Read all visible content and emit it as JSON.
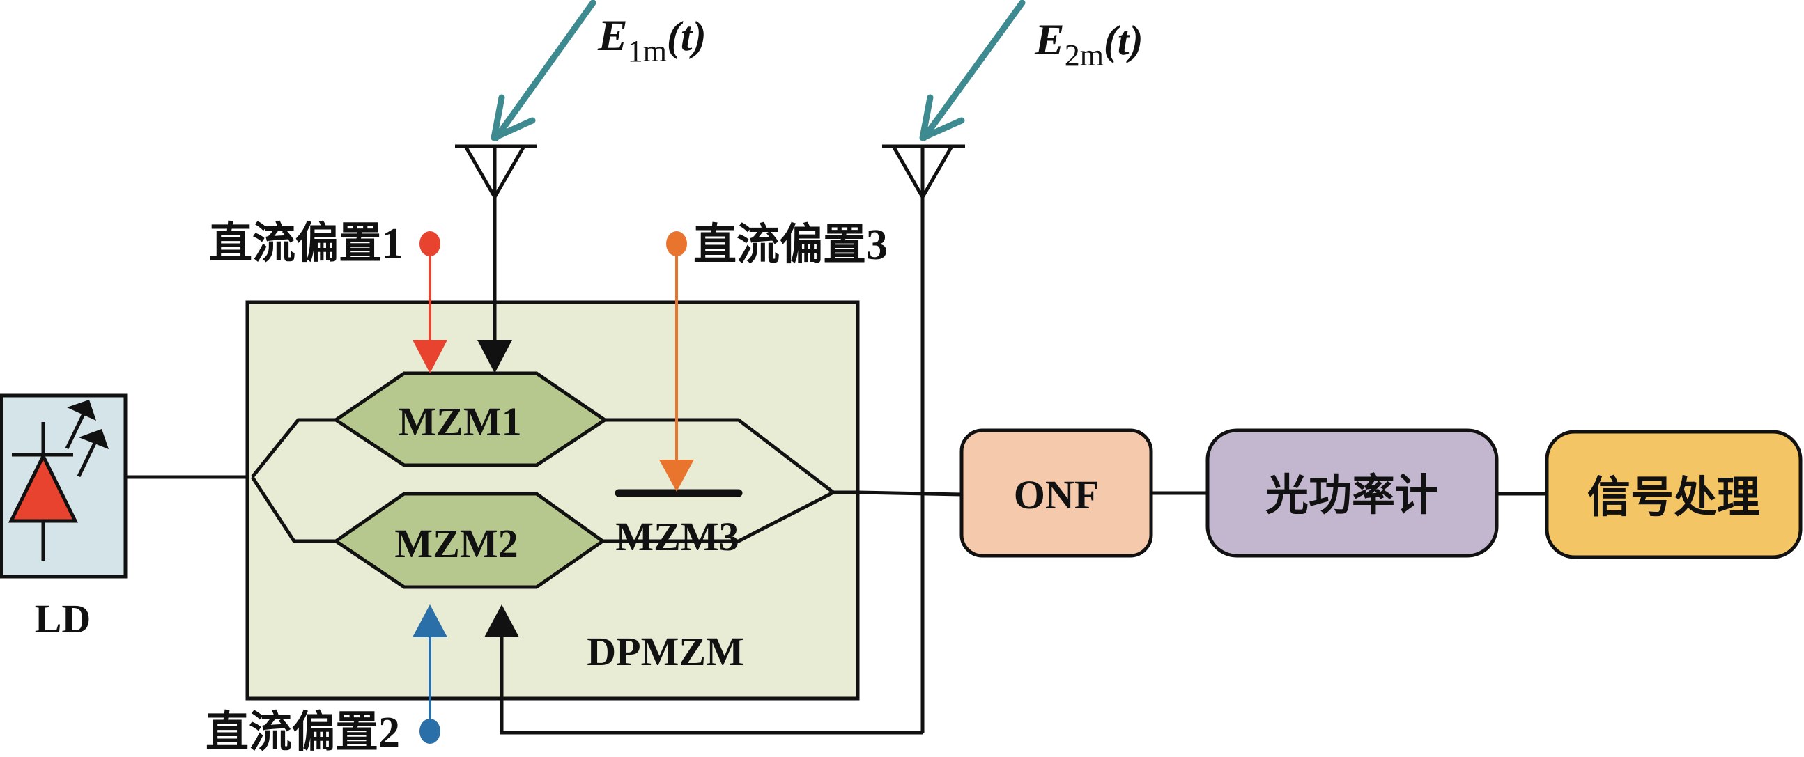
{
  "diagram": {
    "title": "DPMZM-based dual-signal optical link",
    "laser": {
      "label": "LD",
      "icon": "laser-diode-icon",
      "fill": "#D5E4E8",
      "diode_color": "#E8432E"
    },
    "modulator": {
      "label": "DPMZM",
      "fill": "#E8ECD4",
      "sub_modulators": [
        {
          "id": "mzm1",
          "label": "MZM1",
          "fill": "#B7C88E"
        },
        {
          "id": "mzm2",
          "label": "MZM2",
          "fill": "#B7C88E"
        },
        {
          "id": "mzm3",
          "label": "MZM3"
        }
      ]
    },
    "bias_inputs": [
      {
        "id": "bias1",
        "label": "直流偏置1",
        "color": "#E8432E",
        "target": "MZM1"
      },
      {
        "id": "bias2",
        "label": "直流偏置2",
        "color": "#2A6FA8",
        "target": "MZM2"
      },
      {
        "id": "bias3",
        "label": "直流偏置3",
        "color": "#E8742E",
        "target": "MZM3"
      }
    ],
    "rf_inputs": [
      {
        "id": "e1",
        "symbol": "E",
        "subscript": "1m",
        "arg": "(t)",
        "target": "MZM1",
        "arrow_color": "#3E8A91",
        "icon": "antenna-icon"
      },
      {
        "id": "e2",
        "symbol": "E",
        "subscript": "2m",
        "arg": "(t)",
        "target": "MZM2",
        "arrow_color": "#3E8A91",
        "icon": "antenna-icon"
      }
    ],
    "chain": [
      {
        "id": "onf",
        "label": "ONF",
        "fill": "#F5C9AC"
      },
      {
        "id": "power-meter",
        "label": "光功率计",
        "fill": "#C3B6CF"
      },
      {
        "id": "signal-processing",
        "label": "信号处理",
        "fill": "#F4C565"
      }
    ]
  }
}
